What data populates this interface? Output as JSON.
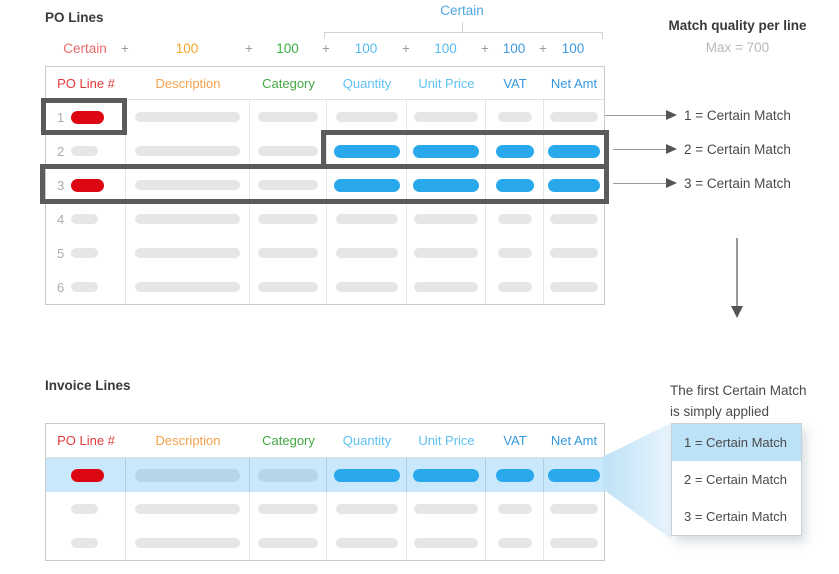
{
  "po_section": {
    "title": "PO Lines"
  },
  "invoice_section": {
    "title": "Invoice Lines"
  },
  "certain_bracket_label": "Certain",
  "score_row": {
    "plus": "+",
    "items": [
      {
        "text": "Certain",
        "color": "#ea6a6a"
      },
      {
        "text": "100",
        "color": "#f5a623"
      },
      {
        "text": "100",
        "color": "#3cb043"
      },
      {
        "text": "100",
        "color": "#56bcf0"
      },
      {
        "text": "100",
        "color": "#56bcf0"
      },
      {
        "text": "100",
        "color": "#3d9bdc"
      },
      {
        "text": "100",
        "color": "#3d9bdc"
      }
    ]
  },
  "columns": [
    {
      "label": "PO Line #",
      "color": "#e23b3b"
    },
    {
      "label": "Description",
      "color": "#f5a14b"
    },
    {
      "label": "Category",
      "color": "#43a843"
    },
    {
      "label": "Quantity",
      "color": "#5fc0f2"
    },
    {
      "label": "Unit Price",
      "color": "#5fc0f2"
    },
    {
      "label": "VAT",
      "color": "#3598de"
    },
    {
      "label": "Net Amt",
      "color": "#3598de"
    }
  ],
  "po_table": {
    "rows": [
      {
        "num": "1",
        "pills": [
          "red",
          "gray",
          "gray",
          "gray",
          "gray",
          "gray",
          "gray"
        ]
      },
      {
        "num": "2",
        "pills": [
          "gray",
          "gray",
          "gray",
          "blue",
          "blue",
          "blue",
          "blue"
        ]
      },
      {
        "num": "3",
        "pills": [
          "red",
          "gray",
          "gray",
          "blue",
          "blue",
          "blue",
          "blue"
        ]
      },
      {
        "num": "4",
        "pills": [
          "gray",
          "gray",
          "gray",
          "gray",
          "gray",
          "gray",
          "gray"
        ]
      },
      {
        "num": "5",
        "pills": [
          "gray",
          "gray",
          "gray",
          "gray",
          "gray",
          "gray",
          "gray"
        ]
      },
      {
        "num": "6",
        "pills": [
          "gray",
          "gray",
          "gray",
          "gray",
          "gray",
          "gray",
          "gray"
        ]
      }
    ]
  },
  "invoice_table": {
    "rows": [
      {
        "highlight": true,
        "pills": [
          "red",
          "muted",
          "muted",
          "blue",
          "blue",
          "blue",
          "blue"
        ]
      },
      {
        "highlight": false,
        "pills": [
          "gray",
          "gray",
          "gray",
          "gray",
          "gray",
          "gray",
          "gray"
        ]
      },
      {
        "highlight": false,
        "pills": [
          "gray",
          "gray",
          "gray",
          "gray",
          "gray",
          "gray",
          "gray"
        ]
      }
    ]
  },
  "match_quality": {
    "title": "Match quality per line",
    "subtitle": "Max = 700"
  },
  "row_match_labels": [
    "1 = Certain Match",
    "2 = Certain Match",
    "3 = Certain Match"
  ],
  "first_match_note": {
    "line1": "The first Certain Match",
    "line2": "is simply applied"
  },
  "match_list": {
    "items": [
      "1 = Certain Match",
      "2 = Certain Match",
      "3 = Certain Match"
    ],
    "selected_index": 0,
    "selected_bg": "#bce2f8"
  },
  "pill_colors": {
    "red": "#dc0712",
    "blue": "#29a9eb",
    "gray": "#e6e6e6",
    "muted": "#b5d6e8"
  },
  "highlight_row_bg": "#c9e8fb"
}
